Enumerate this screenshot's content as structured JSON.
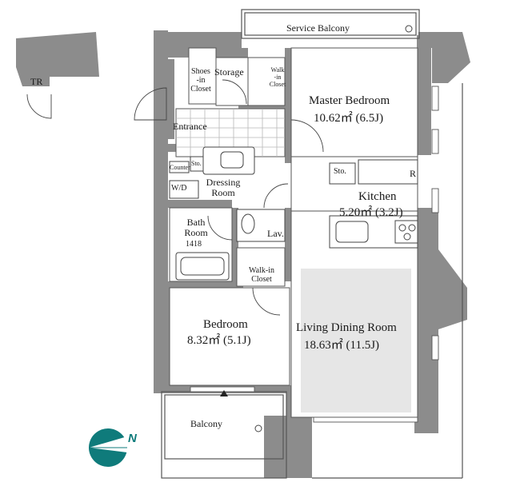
{
  "rooms": {
    "service_balcony": "Service Balcony",
    "storage": "Storage",
    "shoes_closet": [
      "Shoes",
      "-in",
      "Closet"
    ],
    "walkin_top": [
      "Walk",
      "-in",
      "Closet"
    ],
    "master_bedroom": {
      "name": "Master Bedroom",
      "area": "10.62㎡ (6.5J)"
    },
    "entrance": "Entrance",
    "sto": "Sto.",
    "sto_kitchen": "Sto.",
    "counter": "Counter",
    "wd": "W/D",
    "dressing_room": [
      "Dressing",
      "Room"
    ],
    "refrigerator": "R",
    "kitchen": {
      "name": "Kitchen",
      "area": "5.20㎡ (3.2J)"
    },
    "bath_room": [
      "Bath",
      "Room"
    ],
    "bath_size": "1418",
    "lav": "Lav.",
    "walkin_closet": [
      "Walk-in",
      "Closet"
    ],
    "bedroom": {
      "name": "Bedroom",
      "area": "8.32㎡ (5.1J)"
    },
    "living_dining": {
      "name": "Living Dining Room",
      "area": "18.63㎡ (11.5J)"
    },
    "balcony": "Balcony",
    "tr": "TR"
  },
  "compass": {
    "north_label": "N"
  },
  "colors": {
    "wall": "#8c8c8c",
    "living_floor": "#e6e6e6",
    "compass": "#0f7b7b"
  }
}
